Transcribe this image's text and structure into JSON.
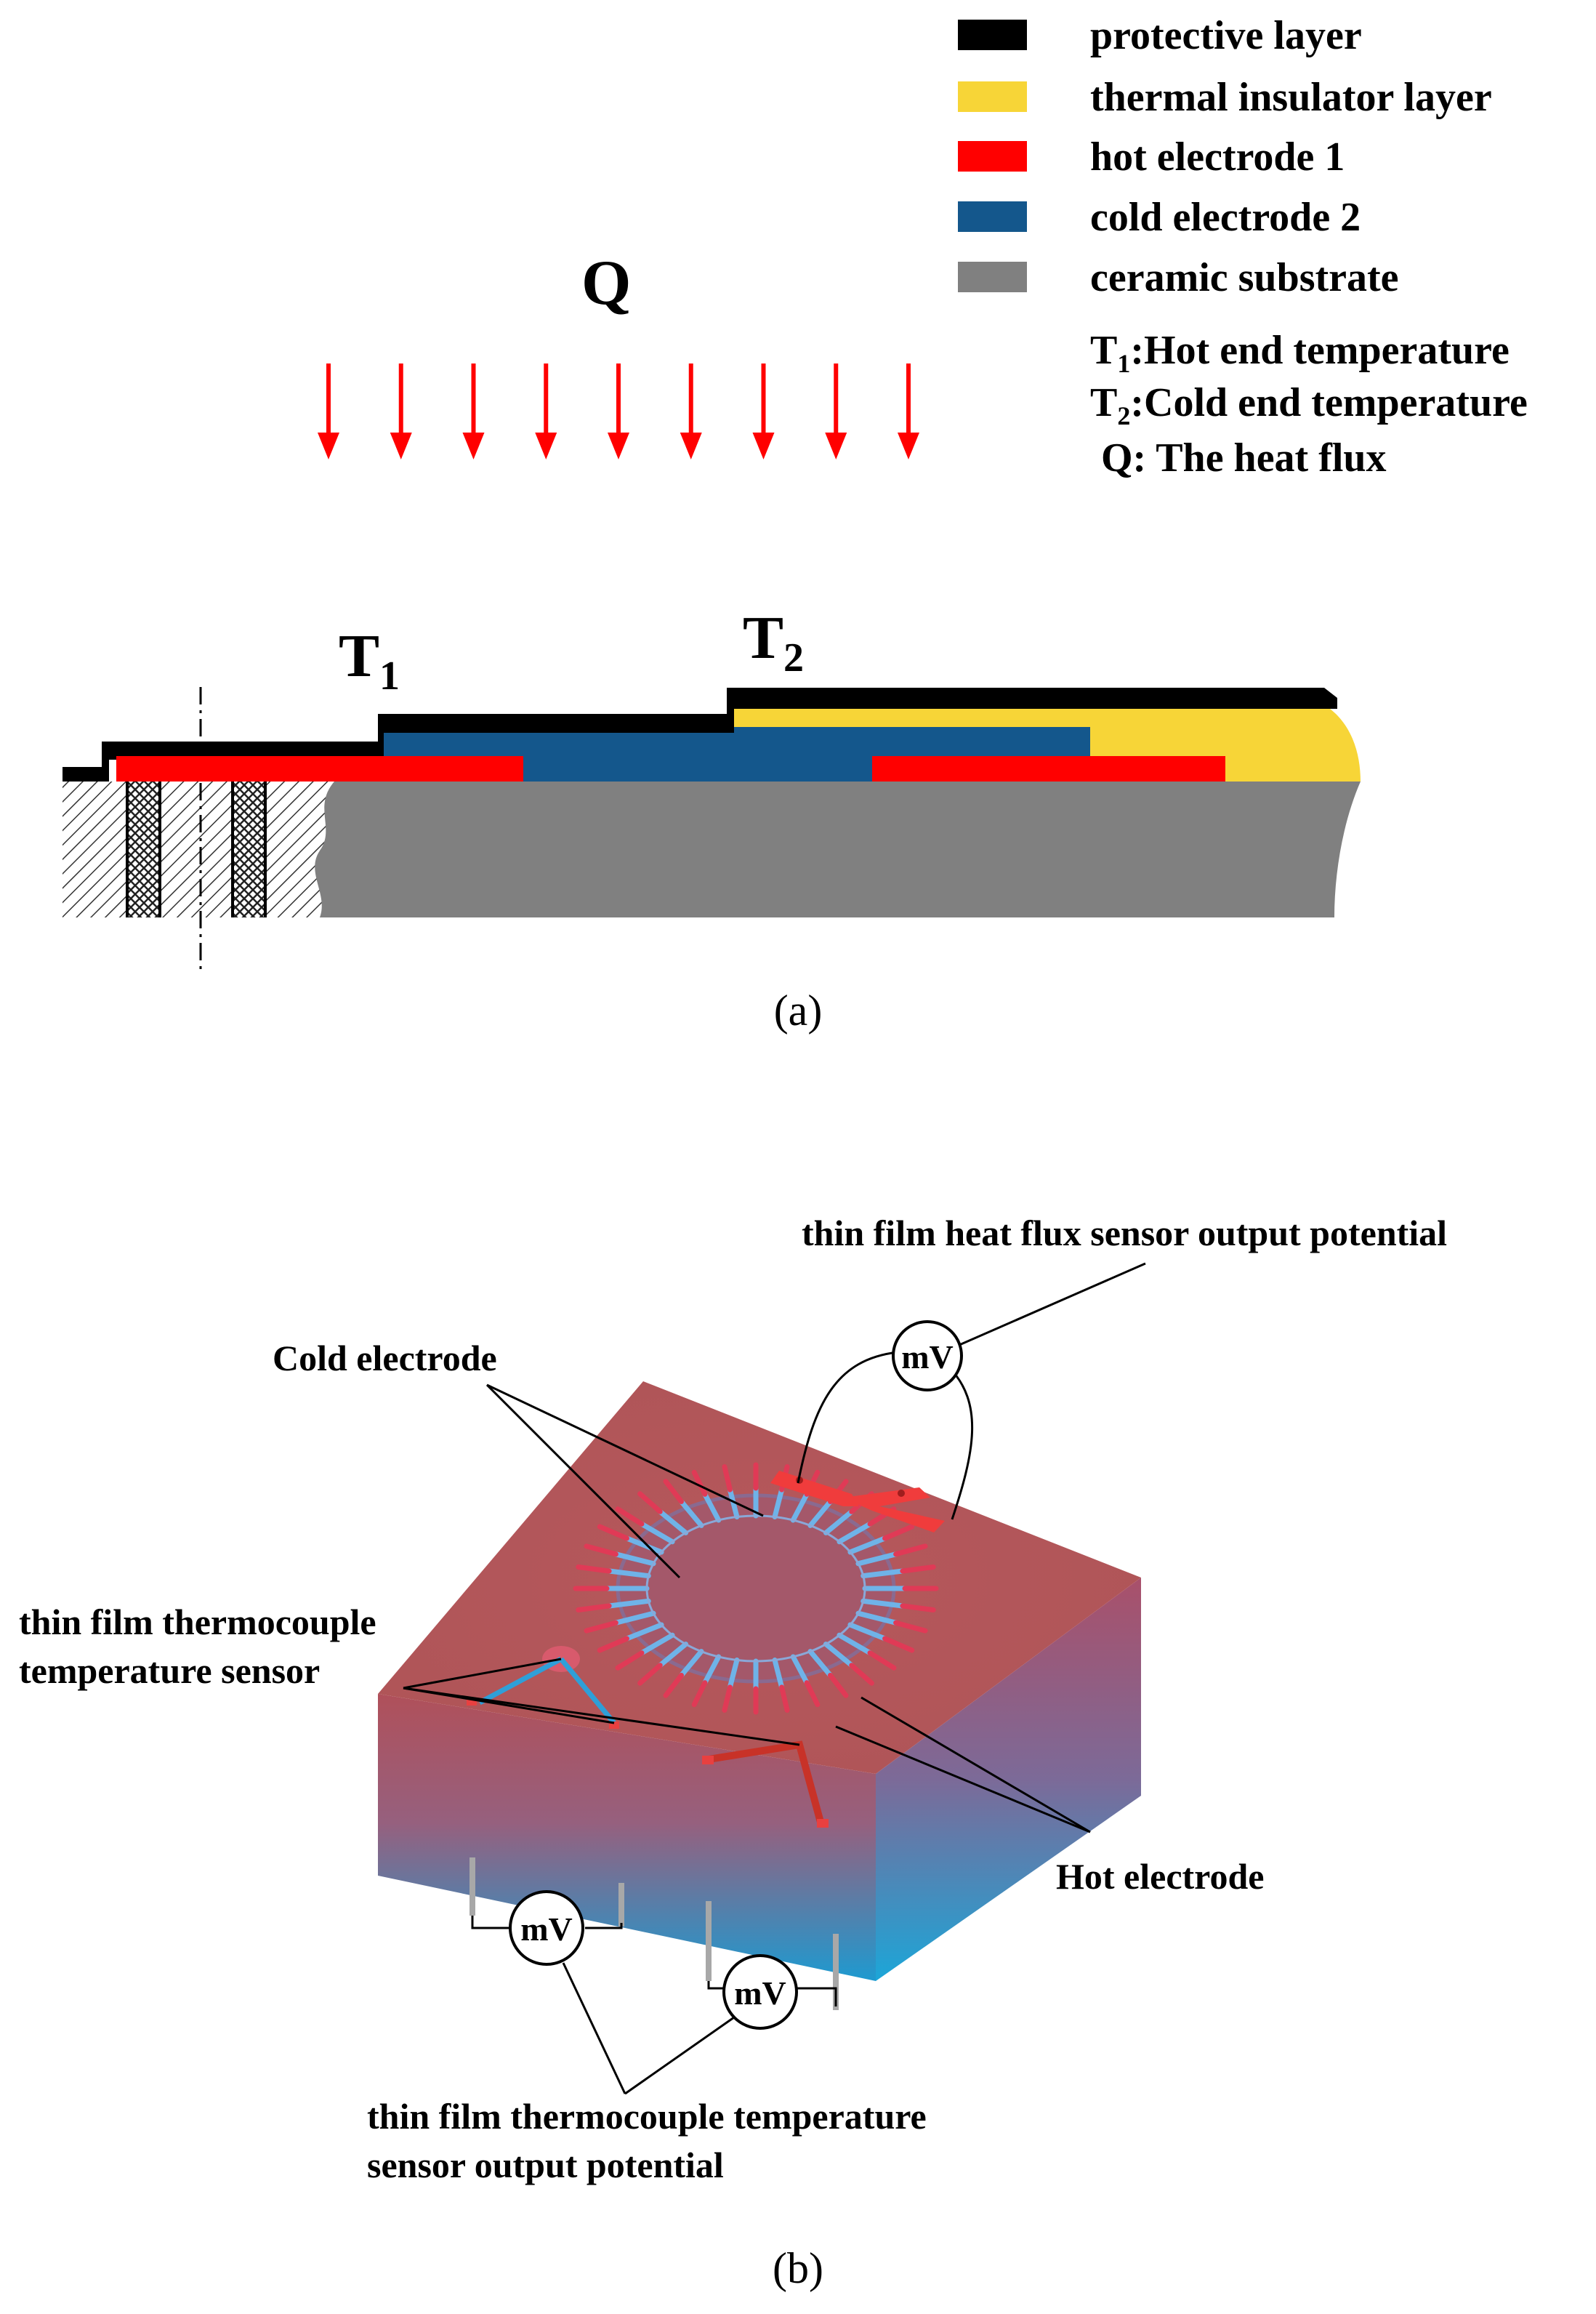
{
  "legend": {
    "items": [
      {
        "label": "protective layer",
        "color": "#000000"
      },
      {
        "label": "thermal insulator layer",
        "color": "#F7D537"
      },
      {
        "label": "hot electrode 1",
        "color": "#FF0000"
      },
      {
        "label": "cold electrode 2",
        "color": "#14578C"
      },
      {
        "label": "ceramic substrate",
        "color": "#808080"
      }
    ],
    "t1_label": "T",
    "t1_sub": "1",
    "t1_desc": ":Hot end temperature",
    "t2_label": "T",
    "t2_sub": "2",
    "t2_desc": ":Cold end temperature",
    "q_desc": "Q: The heat flux"
  },
  "panel_a": {
    "q_label": "Q",
    "t1_label": "T",
    "t1_sub": "1",
    "t2_label": "T",
    "t2_sub": "2",
    "caption": "(a)",
    "arrow_count": 9,
    "arrow_color": "#FF0000"
  },
  "panel_b": {
    "top_label": "thin film heat flux sensor output potential",
    "cold_label": "Cold electrode",
    "tc_label_line1": "thin film thermocouple",
    "tc_label_line2": "temperature sensor",
    "hot_label": "Hot electrode",
    "bottom_label_line1": "thin film thermocouple temperature",
    "bottom_label_line2": "sensor output potential",
    "meter_label": "mV",
    "caption": "(b)",
    "spoke_count": 36
  }
}
